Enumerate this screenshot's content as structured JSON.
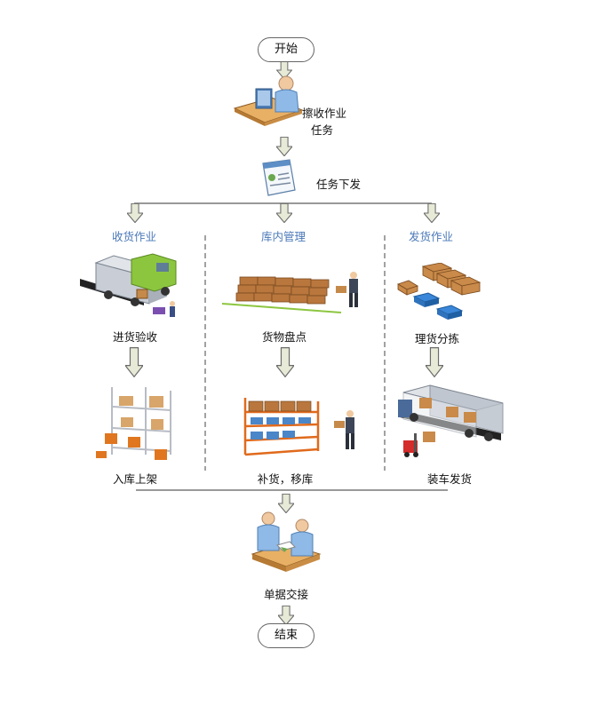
{
  "start": "开始",
  "end": "结束",
  "steps": {
    "receive_task": [
      "擦收作业",
      "任务"
    ],
    "dispatch": "任务下发",
    "handover": "单据交接"
  },
  "sections": {
    "inbound": {
      "title": "收货作业",
      "step1": "进货验收",
      "step2": "入库上架"
    },
    "internal": {
      "title": "库内管理",
      "step1": "货物盘点",
      "step2": "补货，移库"
    },
    "outbound": {
      "title": "发货作业",
      "step1": "理货分拣",
      "step2": "装车发货"
    }
  },
  "colors": {
    "arrow_fill": "#e6ead6",
    "arrow_stroke": "#6b6b6b",
    "section_title": "#4a78b8",
    "box_brown": "#b9773e",
    "rack_orange": "#e06a1c",
    "truck_green": "#8cc63f"
  }
}
